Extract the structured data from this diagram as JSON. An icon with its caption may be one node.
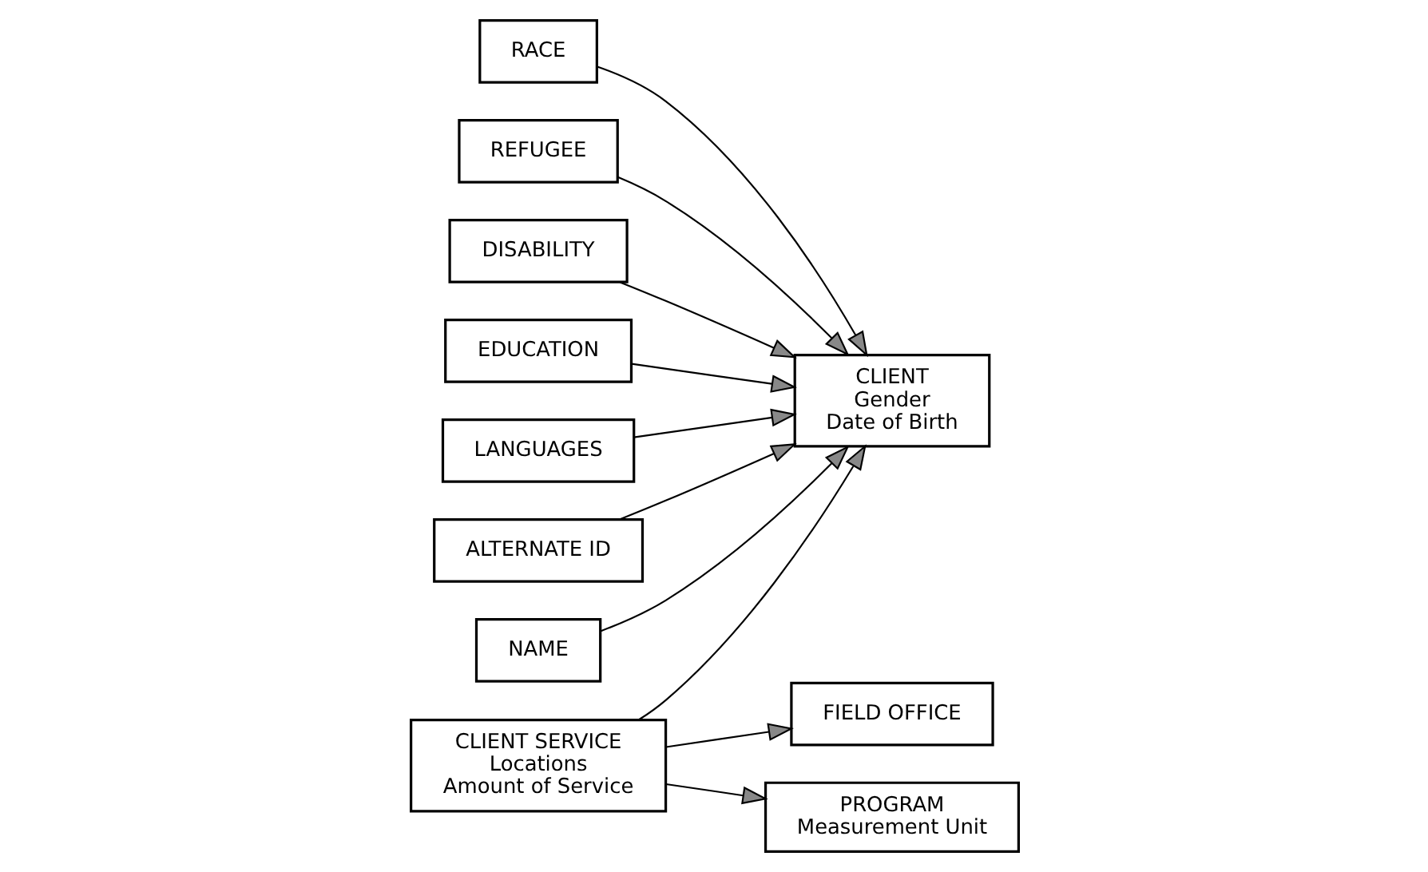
{
  "diagram": {
    "nodes": [
      {
        "text": [
          "RACE"
        ]
      },
      {
        "text": [
          "REFUGEE"
        ]
      },
      {
        "text": [
          "DISABILITY"
        ]
      },
      {
        "text": [
          "EDUCATION"
        ]
      },
      {
        "text": [
          "LANGUAGES"
        ]
      },
      {
        "text": [
          "CLIENT",
          "Gender",
          "Date of Birth"
        ]
      },
      {
        "text": [
          "ALTERNATE ID"
        ]
      },
      {
        "text": [
          "NAME"
        ]
      },
      {
        "text": [
          "CLIENT SERVICE",
          "Locations",
          "Amount of Service"
        ]
      },
      {
        "text": [
          "FIELD OFFICE"
        ]
      },
      {
        "text": [
          "PROGRAM",
          "Measurement Unit"
        ]
      }
    ],
    "edges": [
      {
        "from": 0,
        "to": 5,
        "arrow": "to"
      },
      {
        "from": 1,
        "to": 5,
        "arrow": "to"
      },
      {
        "from": 2,
        "to": 5,
        "arrow": "to"
      },
      {
        "from": 3,
        "to": 5,
        "arrow": "to"
      },
      {
        "from": 4,
        "to": 5,
        "arrow": "to"
      },
      {
        "from": 6,
        "to": 5,
        "arrow": "to"
      },
      {
        "from": 7,
        "to": 5,
        "arrow": "to"
      },
      {
        "from": 8,
        "to": 5,
        "arrow": "to"
      },
      {
        "from": 8,
        "to": 9,
        "arrow": "to"
      },
      {
        "from": 8,
        "to": 10,
        "arrow": "to"
      }
    ]
  }
}
